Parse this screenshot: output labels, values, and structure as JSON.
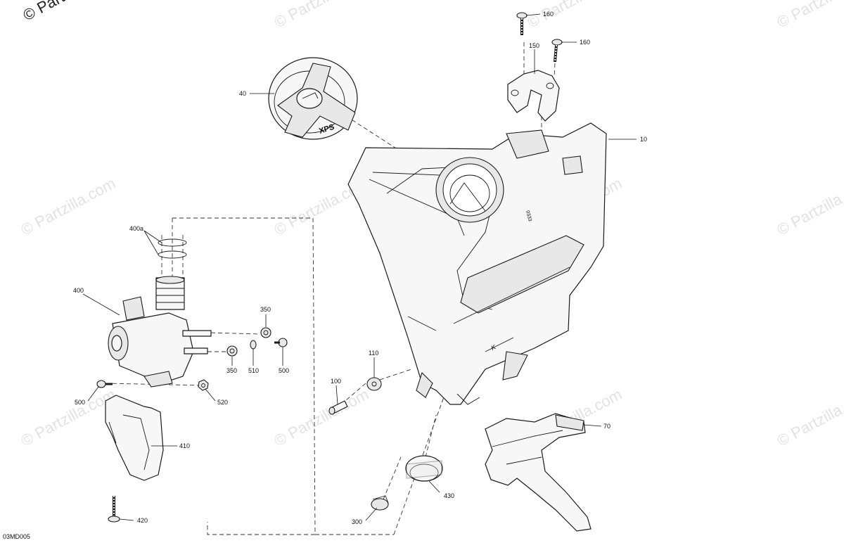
{
  "copyright": "© Partzilla",
  "watermark": "© Partzilla.com",
  "diagram_code": "03MD005",
  "callouts": {
    "c10": "10",
    "c40": "40",
    "c70": "70",
    "c100": "100",
    "c110": "110",
    "c150": "150",
    "c160a": "160",
    "c160b": "160",
    "c300": "300",
    "c350a": "350",
    "c350b": "350",
    "c400": "400",
    "c400a": "400a",
    "c410": "410",
    "c420": "420",
    "c430": "430",
    "c500a": "500",
    "c500b": "500",
    "c510": "510",
    "c520": "520"
  },
  "cap_text": "XPS",
  "tank_mark": "K"
}
